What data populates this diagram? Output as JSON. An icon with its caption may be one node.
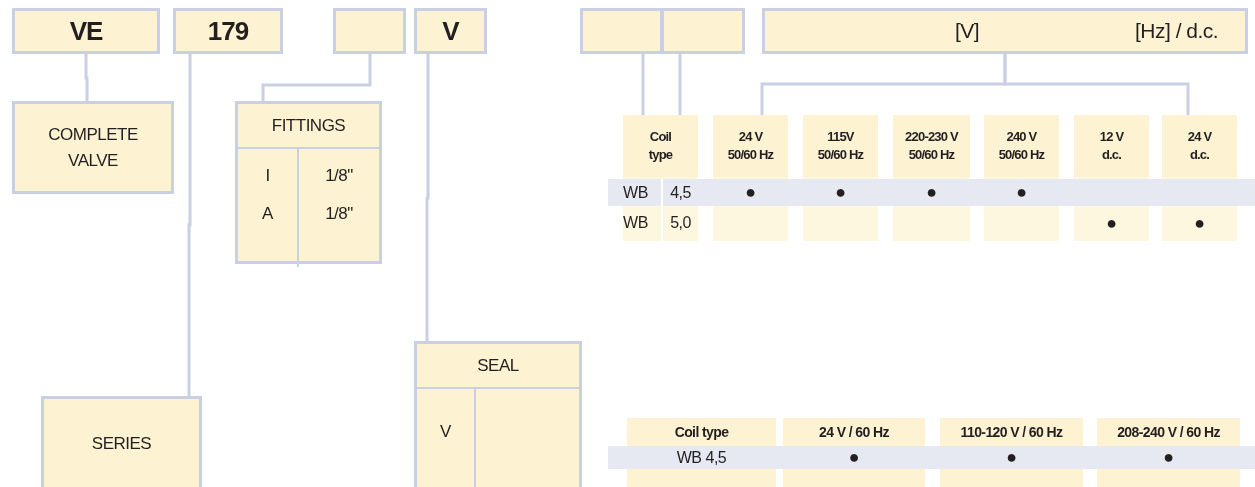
{
  "diagram": {
    "nodes": [
      {
        "text": [
          "VE"
        ]
      },
      {
        "text": [
          "179"
        ]
      },
      {
        "text": [],
        "shape": "box"
      },
      {
        "text": [
          "V"
        ]
      },
      {
        "text": [],
        "shape": "box"
      },
      {
        "text": [],
        "shape": "box"
      },
      {
        "text": [
          "[V]",
          "[Hz] / d.c."
        ]
      },
      {
        "text": [
          "COMPLETE VALVE"
        ]
      },
      {
        "text": [
          "FITTINGS",
          "I",
          "1/8\"",
          "A",
          "1/8\""
        ]
      },
      {
        "text": [
          "Coil type"
        ]
      },
      {
        "text": [
          "24 V 50/60 Hz"
        ]
      },
      {
        "text": [
          "115V 50/60 Hz"
        ]
      },
      {
        "text": [
          "220-230 V 50/60 Hz"
        ]
      },
      {
        "text": [
          "240 V 50/60 Hz"
        ]
      },
      {
        "text": [
          "12 V d.c."
        ]
      },
      {
        "text": [
          "24 V d.c."
        ]
      },
      {
        "text": [
          "SEAL",
          "V"
        ]
      },
      {
        "text": [
          "SERIES"
        ]
      }
    ],
    "edges": [
      {
        "from": 0,
        "to": 7,
        "arrow": "none"
      },
      {
        "from": 1,
        "to": 17,
        "arrow": "none"
      },
      {
        "from": 2,
        "to": 8,
        "arrow": "none"
      },
      {
        "from": 3,
        "to": 16,
        "arrow": "none"
      },
      {
        "from": 4,
        "to": 9,
        "arrow": "none"
      },
      {
        "from": 5,
        "to": 9,
        "arrow": "none"
      },
      {
        "from": 6,
        "to": 10,
        "arrow": "none"
      },
      {
        "from": 6,
        "to": 15,
        "arrow": "none"
      }
    ],
    "labels": [
      "WB",
      "4,5",
      "●",
      "●",
      "●",
      "●",
      "WB",
      "5,0",
      "●",
      "●",
      "Coil type",
      "24 V / 60 Hz",
      "110-120 V / 60 Hz",
      "208-240 V / 60 Hz",
      "WB 4,5",
      "●",
      "●",
      "●"
    ]
  }
}
